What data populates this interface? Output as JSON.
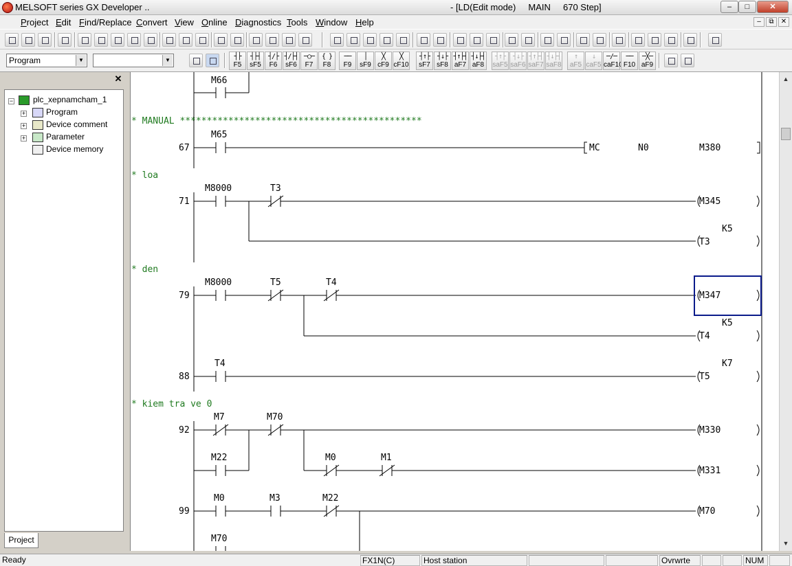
{
  "window": {
    "app_title": "MELSOFT series GX Developer ..",
    "mode_title": "- [LD(Edit mode)     MAIN     670 Step]",
    "minimize": "–",
    "maximize": "□",
    "close": "✕"
  },
  "menu": [
    "Project",
    "Edit",
    "Find/Replace",
    "Convert",
    "View",
    "Online",
    "Diagnostics",
    "Tools",
    "Window",
    "Help"
  ],
  "mdi_controls": [
    "–",
    "⧉",
    "✕"
  ],
  "toolbar2": {
    "program_select": "Program",
    "second_select": "",
    "ladder_buttons": [
      {
        "sym": "┤├",
        "key": "F5"
      },
      {
        "sym": "┤├┤",
        "key": "sF5"
      },
      {
        "sym": "┤/├",
        "key": "F6"
      },
      {
        "sym": "┤/├┤",
        "key": "sF6"
      },
      {
        "sym": "─○─",
        "key": "F7"
      },
      {
        "sym": "{ }",
        "key": "F8"
      },
      {
        "sym": "──",
        "key": "F9"
      },
      {
        "sym": "│",
        "key": "sF9"
      },
      {
        "sym": "╳",
        "key": "cF9"
      },
      {
        "sym": "╳",
        "key": "cF10"
      },
      {
        "sym": "┤↑├",
        "key": "sF7"
      },
      {
        "sym": "┤↓├",
        "key": "sF8"
      },
      {
        "sym": "┤↑├┤",
        "key": "aF7"
      },
      {
        "sym": "┤↓├┤",
        "key": "aF8"
      },
      {
        "sym": "┤↑├",
        "key": "saF5"
      },
      {
        "sym": "┤↓├",
        "key": "saF6"
      },
      {
        "sym": "┤↑├┤",
        "key": "saF7"
      },
      {
        "sym": "┤↓├┤",
        "key": "saF8"
      },
      {
        "sym": "↑",
        "key": "aF5"
      },
      {
        "sym": "↓",
        "key": "caF5"
      },
      {
        "sym": "─/─",
        "key": "caF10"
      },
      {
        "sym": "──",
        "key": "F10"
      },
      {
        "sym": "─╳─",
        "key": "aF9"
      }
    ]
  },
  "project_tree": {
    "root": "plc_xepnamcham_1",
    "items": [
      "Program",
      "Device comment",
      "Parameter",
      "Device memory"
    ],
    "tab": "Project",
    "close": "✕"
  },
  "ladder": {
    "contact_m66": "M66",
    "comment_manual": "* MANUAL *********************************************",
    "step_67": "67",
    "contact_m65": "M65",
    "mc_instr": "MC",
    "mc_n": "N0",
    "mc_dev": "M380",
    "comment_loa": "* loa",
    "step_71": "71",
    "contact_m8000_a": "M8000",
    "contact_t3": "T3",
    "coil_m345": "M345",
    "k5_a": "K5",
    "coil_t3": "T3",
    "comment_den": "* den",
    "step_79": "79",
    "contact_m8000_b": "M8000",
    "contact_t5": "T5",
    "contact_t4_a": "T4",
    "coil_m347": "M347",
    "k5_b": "K5",
    "coil_t4": "T4",
    "step_88": "88",
    "contact_t4_b": "T4",
    "k7": "K7",
    "coil_t5": "T5",
    "comment_kiem": "* kiem tra ve 0",
    "step_92": "92",
    "contact_m7": "M7",
    "contact_m70_a": "M70",
    "coil_m330": "M330",
    "contact_m22_a": "M22",
    "contact_m0_a": "M0",
    "contact_m1": "M1",
    "coil_m331": "M331",
    "step_99": "99",
    "contact_m0_b": "M0",
    "contact_m3": "M3",
    "contact_m22_b": "M22",
    "coil_m70": "M70",
    "contact_m70_b": "M70"
  },
  "status": {
    "ready": "Ready",
    "cpu": "FX1N(C)",
    "station": "Host station",
    "mode": "Ovrwrte",
    "num": "NUM"
  }
}
